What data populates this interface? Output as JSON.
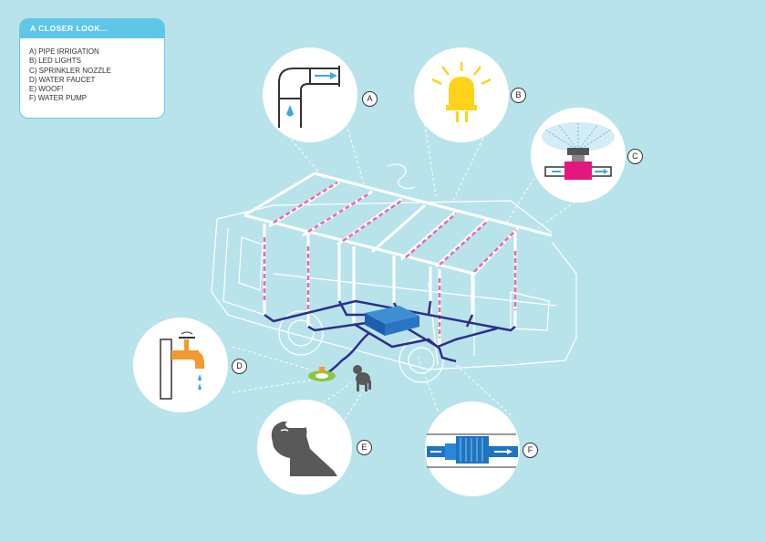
{
  "legend": {
    "title": "A CLOSER LOOK...",
    "items": [
      {
        "letter": "A",
        "text": "A) PIPE IRRIGATION"
      },
      {
        "letter": "B",
        "text": "B) LED LIGHTS"
      },
      {
        "letter": "C",
        "text": "C) SPRINKLER NOZZLE"
      },
      {
        "letter": "D",
        "text": "D) WATER FAUCET"
      },
      {
        "letter": "E",
        "text": "E) WOOF!"
      },
      {
        "letter": "F",
        "text": "F) WATER PUMP"
      }
    ]
  },
  "callouts": {
    "a": "A",
    "b": "B",
    "c": "C",
    "d": "D",
    "e": "E",
    "f": "F"
  },
  "colors": {
    "background": "#b9e3ea",
    "header": "#5fc6e8",
    "pipe": "#2c2f8c",
    "pink": "#e86aa8",
    "led": "#ffd31a",
    "faucet": "#f29a2e",
    "magenta": "#e4177f",
    "pump": "#1d75c2",
    "dog": "#595959",
    "water": "#3fa9dc"
  },
  "icons": [
    "pipe-elbow-icon",
    "led-bulb-icon",
    "sprinkler-nozzle-icon",
    "water-faucet-icon",
    "dog-icon",
    "water-pump-icon"
  ]
}
